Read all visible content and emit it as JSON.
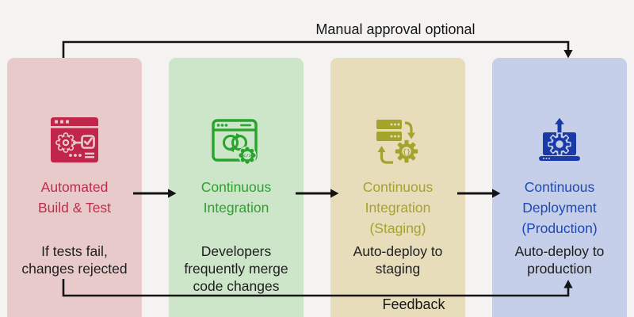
{
  "canvas": {
    "background": "#f4f3f1",
    "connector_color": "#141414"
  },
  "annotations": {
    "top": "Manual approval optional",
    "bottom": "Feedback"
  },
  "stages": [
    {
      "title": "Automated\nBuild & Test",
      "description": "If tests fail,\nchanges rejected",
      "icon": "build-test-window-gear-check-icon",
      "bg": "#e9caca",
      "accent": "#c0264a"
    },
    {
      "title": "Continuous\nIntegration",
      "description": "Developers\nfrequently merge\ncode changes",
      "icon": "ci-browser-loop-gear-icon",
      "bg": "#cde6c9",
      "accent": "#28a32d"
    },
    {
      "title": "Continuous\nIntegration\n(Staging)",
      "description": "Auto-deploy to\nstaging",
      "icon": "staging-servers-gear-icon",
      "bg": "#e8ddbb",
      "accent": "#a4a32c"
    },
    {
      "title": "Continuous\nDeployment\n(Production)",
      "description": "Auto-deploy to\nproduction",
      "icon": "production-laptop-gear-upload-icon",
      "bg": "#c6cfe9",
      "accent": "#1a3aa8"
    }
  ]
}
